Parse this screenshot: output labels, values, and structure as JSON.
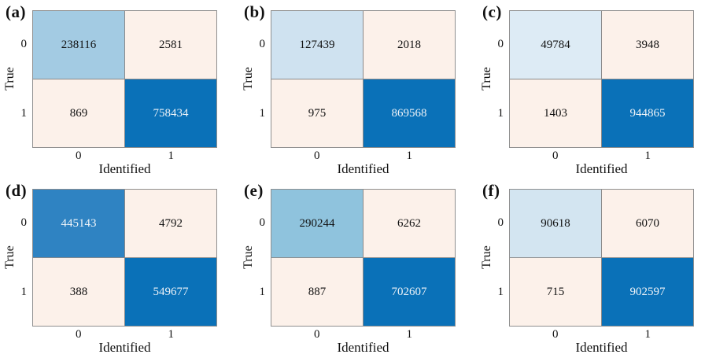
{
  "figure": {
    "x_axis_label": "Identified",
    "y_axis_label": "True",
    "x_ticks": [
      "0",
      "1"
    ],
    "y_ticks": [
      "0",
      "1"
    ],
    "gridline_color": "#8a8a8a",
    "off_diagonal_color": "#fcf1ea",
    "dark_blue_color": "#0a71b8"
  },
  "panels": [
    {
      "label": "(a)",
      "cells": [
        {
          "value": "238116",
          "bg": "#a3cbe3",
          "fg": "#111111"
        },
        {
          "value": "2581",
          "bg": "#fcf1ea",
          "fg": "#111111"
        },
        {
          "value": "869",
          "bg": "#fcf1ea",
          "fg": "#111111"
        },
        {
          "value": "758434",
          "bg": "#0a71b8",
          "fg": "#eef3f8"
        }
      ]
    },
    {
      "label": "(b)",
      "cells": [
        {
          "value": "127439",
          "bg": "#cfe2f0",
          "fg": "#111111"
        },
        {
          "value": "2018",
          "bg": "#fcf1ea",
          "fg": "#111111"
        },
        {
          "value": "975",
          "bg": "#fcf1ea",
          "fg": "#111111"
        },
        {
          "value": "869568",
          "bg": "#0a71b8",
          "fg": "#eef3f8"
        }
      ]
    },
    {
      "label": "(c)",
      "cells": [
        {
          "value": "49784",
          "bg": "#ddebf5",
          "fg": "#111111"
        },
        {
          "value": "3948",
          "bg": "#fcf1ea",
          "fg": "#111111"
        },
        {
          "value": "1403",
          "bg": "#fcf1ea",
          "fg": "#111111"
        },
        {
          "value": "944865",
          "bg": "#0a71b8",
          "fg": "#eef3f8"
        }
      ]
    },
    {
      "label": "(d)",
      "cells": [
        {
          "value": "445143",
          "bg": "#2f83c2",
          "fg": "#f2f6fa"
        },
        {
          "value": "4792",
          "bg": "#fcf1ea",
          "fg": "#111111"
        },
        {
          "value": "388",
          "bg": "#fcf1ea",
          "fg": "#111111"
        },
        {
          "value": "549677",
          "bg": "#0a71b8",
          "fg": "#eef3f8"
        }
      ]
    },
    {
      "label": "(e)",
      "cells": [
        {
          "value": "290244",
          "bg": "#8fc3dd",
          "fg": "#111111"
        },
        {
          "value": "6262",
          "bg": "#fcf1ea",
          "fg": "#111111"
        },
        {
          "value": "887",
          "bg": "#fcf1ea",
          "fg": "#111111"
        },
        {
          "value": "702607",
          "bg": "#0a71b8",
          "fg": "#eef3f8"
        }
      ]
    },
    {
      "label": "(f)",
      "cells": [
        {
          "value": "90618",
          "bg": "#d3e5f1",
          "fg": "#111111"
        },
        {
          "value": "6070",
          "bg": "#fcf1ea",
          "fg": "#111111"
        },
        {
          "value": "715",
          "bg": "#fcf1ea",
          "fg": "#111111"
        },
        {
          "value": "902597",
          "bg": "#0a71b8",
          "fg": "#eef3f8"
        }
      ]
    }
  ],
  "chart_data": [
    {
      "type": "heatmap",
      "title": "(a)",
      "xlabel": "Identified",
      "ylabel": "True",
      "x_categories": [
        "0",
        "1"
      ],
      "y_categories": [
        "0",
        "1"
      ],
      "matrix": [
        [
          238116,
          2581
        ],
        [
          869,
          758434
        ]
      ]
    },
    {
      "type": "heatmap",
      "title": "(b)",
      "xlabel": "Identified",
      "ylabel": "True",
      "x_categories": [
        "0",
        "1"
      ],
      "y_categories": [
        "0",
        "1"
      ],
      "matrix": [
        [
          127439,
          2018
        ],
        [
          975,
          869568
        ]
      ]
    },
    {
      "type": "heatmap",
      "title": "(c)",
      "xlabel": "Identified",
      "ylabel": "True",
      "x_categories": [
        "0",
        "1"
      ],
      "y_categories": [
        "0",
        "1"
      ],
      "matrix": [
        [
          49784,
          3948
        ],
        [
          1403,
          944865
        ]
      ]
    },
    {
      "type": "heatmap",
      "title": "(d)",
      "xlabel": "Identified",
      "ylabel": "True",
      "x_categories": [
        "0",
        "1"
      ],
      "y_categories": [
        "0",
        "1"
      ],
      "matrix": [
        [
          445143,
          4792
        ],
        [
          388,
          549677
        ]
      ]
    },
    {
      "type": "heatmap",
      "title": "(e)",
      "xlabel": "Identified",
      "ylabel": "True",
      "x_categories": [
        "0",
        "1"
      ],
      "y_categories": [
        "0",
        "1"
      ],
      "matrix": [
        [
          290244,
          6262
        ],
        [
          887,
          702607
        ]
      ]
    },
    {
      "type": "heatmap",
      "title": "(f)",
      "xlabel": "Identified",
      "ylabel": "True",
      "x_categories": [
        "0",
        "1"
      ],
      "y_categories": [
        "0",
        "1"
      ],
      "matrix": [
        [
          90618,
          6070
        ],
        [
          715,
          902597
        ]
      ]
    }
  ]
}
